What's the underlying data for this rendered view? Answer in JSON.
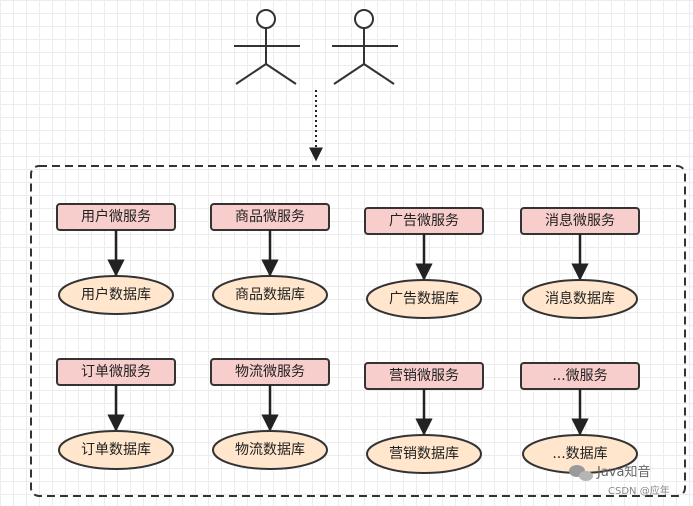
{
  "pairs": [
    {
      "service": "用户微服务",
      "database": "用户数据库"
    },
    {
      "service": "商品微服务",
      "database": "商品数据库"
    },
    {
      "service": "广告微服务",
      "database": "广告数据库"
    },
    {
      "service": "消息微服务",
      "database": "消息数据库"
    },
    {
      "service": "订单微服务",
      "database": "订单数据库"
    },
    {
      "service": "物流微服务",
      "database": "物流数据库"
    },
    {
      "service": "营销微服务",
      "database": "营销数据库"
    },
    {
      "service": "...微服务",
      "database": "...数据库"
    }
  ],
  "actors": [
    "user",
    "user"
  ],
  "colors": {
    "service_fill": "#f8cecc",
    "database_fill": "#ffe6cc",
    "stroke": "#333333",
    "container_stroke": "#333333"
  },
  "watermark": {
    "brand": "Java知音",
    "source": "CSDN @应年"
  }
}
